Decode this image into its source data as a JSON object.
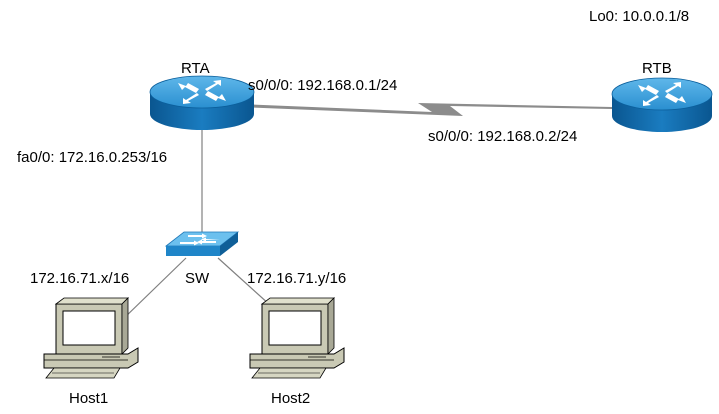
{
  "devices": {
    "rta": {
      "name": "RTA"
    },
    "rtb": {
      "name": "RTB",
      "loopback": "Lo0: 10.0.0.1/8"
    },
    "sw": {
      "name": "SW"
    },
    "host1": {
      "name": "Host1",
      "ip": "172.16.71.x/16"
    },
    "host2": {
      "name": "Host2",
      "ip": "172.16.71.y/16"
    }
  },
  "interfaces": {
    "rta_serial": "s0/0/0: 192.168.0.1/24",
    "rtb_serial": "s0/0/0: 192.168.0.2/24",
    "rta_fastethernet": "fa0/0: 172.16.0.253/16"
  },
  "colors": {
    "router_blue": "#2a93d2",
    "router_dark": "#0b5f9c",
    "switch_blue": "#3aa3e0",
    "link_gray": "#808080",
    "serial_gray": "#8c8c8c",
    "pc_beige": "#c9c9b4"
  }
}
